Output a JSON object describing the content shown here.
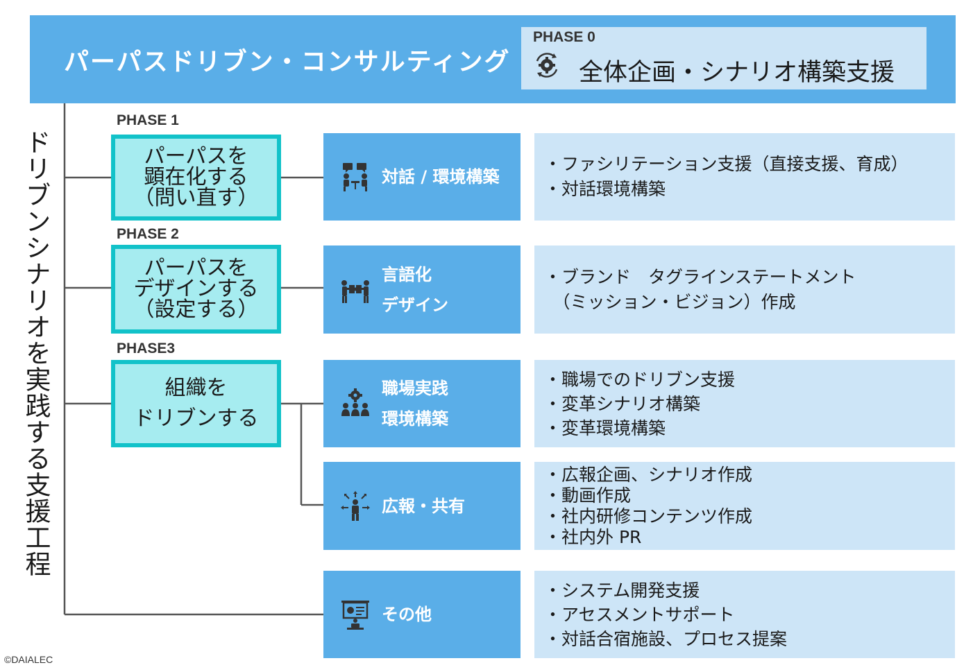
{
  "header": {
    "title": "パーパスドリブン・コンサルティング",
    "phase0_label": "PHASE 0",
    "phase0_text": "全体企画・シナリオ構築支援"
  },
  "side_title": "ドリブンシナリオを実践する支援工程",
  "phases": [
    {
      "label": "PHASE 1",
      "text": "パーパスを\n顕在化する\n（問い直す）"
    },
    {
      "label": "PHASE 2",
      "text": "パーパスを\nデザインする\n（設定する）"
    },
    {
      "label": "PHASE3",
      "text": "組織を\nドリブンする"
    }
  ],
  "services": [
    {
      "icon": "meeting-icon",
      "title": "対話 / 環境構築",
      "items": [
        "・ファシリテーション支援（直接支援、育成）",
        "・対話環境構築"
      ]
    },
    {
      "icon": "puzzle-team-icon",
      "title": "言語化\nデザイン",
      "items": [
        "・ブランド　タグラインステートメント",
        "　（ミッション・ビジョン）作成"
      ]
    },
    {
      "icon": "team-gear-icon",
      "title": "職場実践\n環境構築",
      "items": [
        "・職場でのドリブン支援",
        "・変革シナリオ構築",
        "・変革環境構築"
      ]
    },
    {
      "icon": "broadcast-person-icon",
      "title": "広報・共有",
      "items": [
        "・広報企画、シナリオ作成",
        "・動画作成",
        "・社内研修コンテンツ作成",
        "・社内外 PR"
      ]
    },
    {
      "icon": "presentation-icon",
      "title": "その他",
      "items": [
        "・システム開発支援",
        "・アセスメントサポート",
        "・対話合宿施設、プロセス提案"
      ]
    }
  ],
  "copyright": "©DAIALEC",
  "colors": {
    "header_blue": "#5aaee8",
    "light_blue": "#cde5f7",
    "teal_border": "#12c2c9",
    "teal_fill": "#a6ecf0"
  }
}
